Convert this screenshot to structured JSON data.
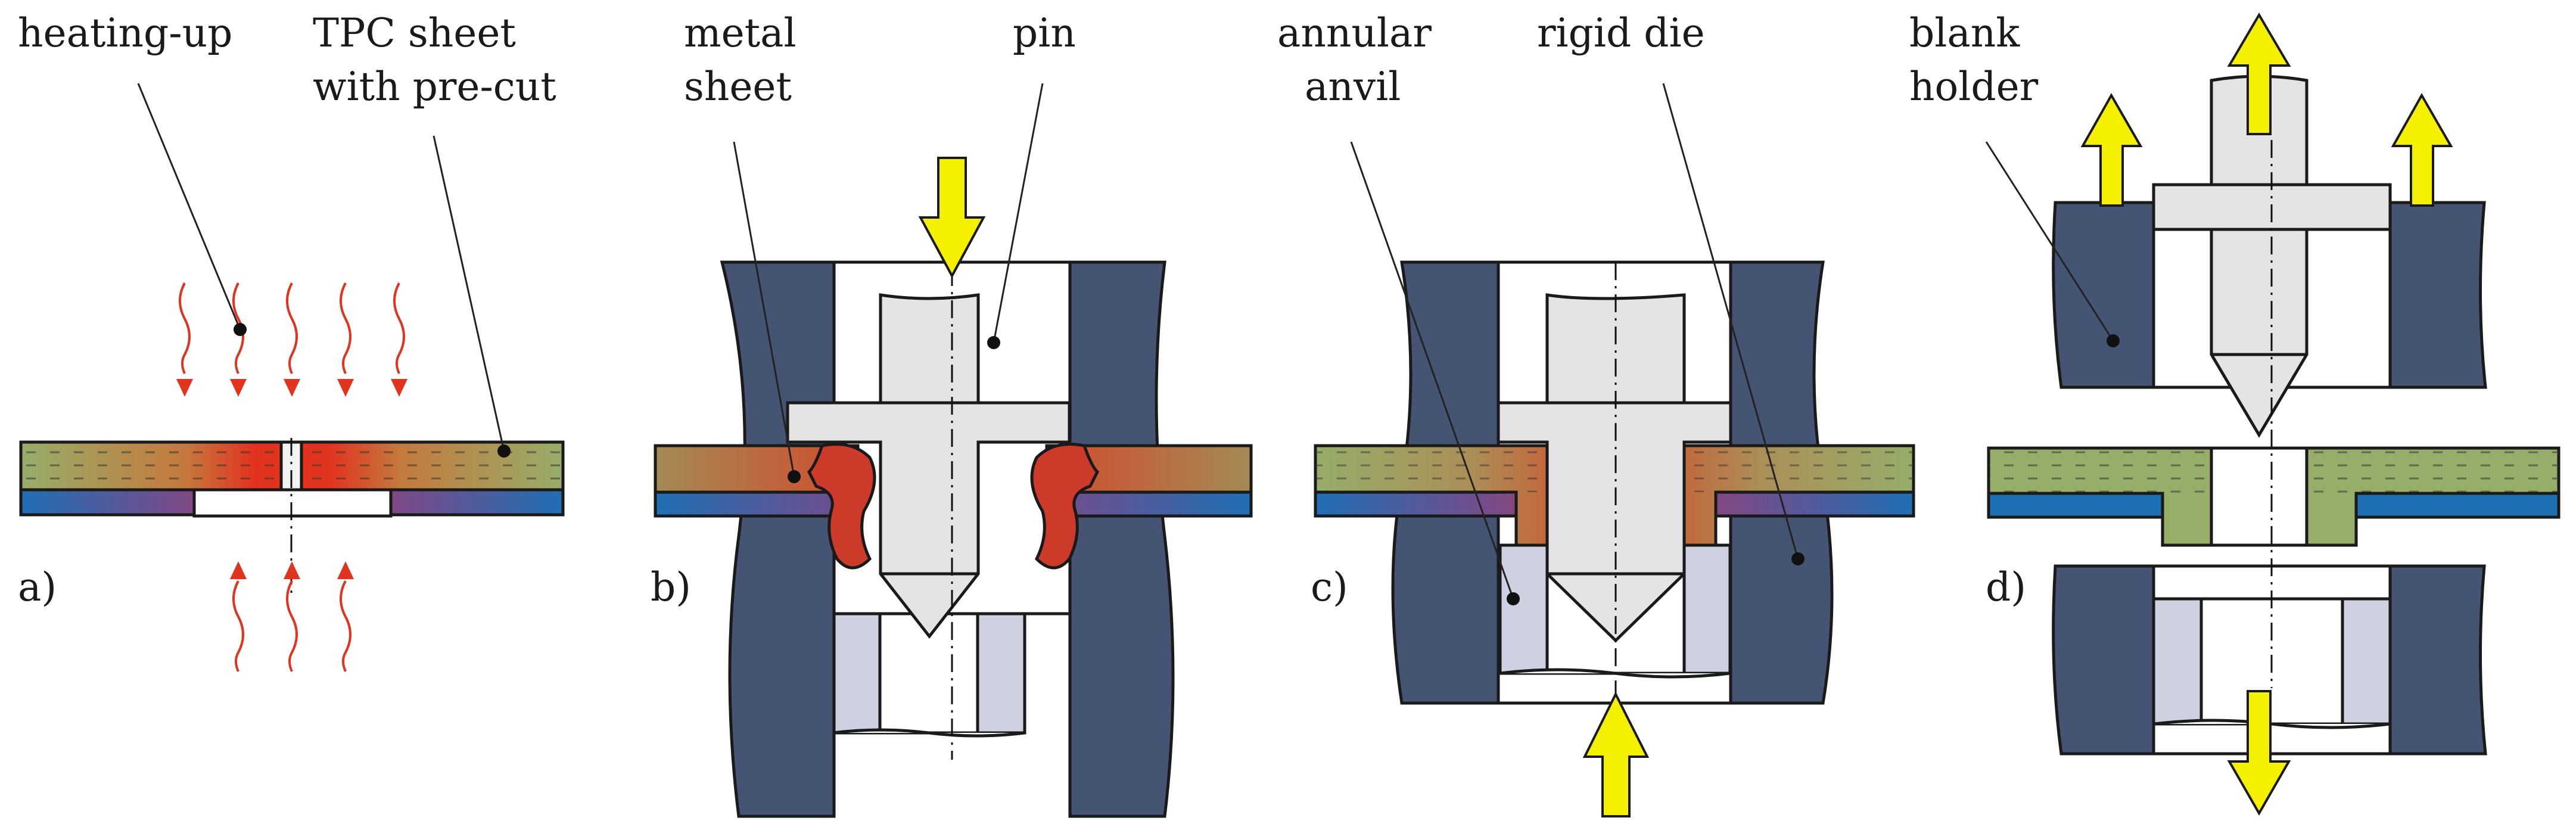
{
  "labels": {
    "heating_up": "heating-up",
    "tpc_sheet_line1": "TPC sheet",
    "tpc_sheet_line2": "with pre-cut",
    "metal_line1": "metal",
    "metal_line2": "sheet",
    "pin": "pin",
    "annular_line1": "annular",
    "annular_line2": "anvil",
    "rigid_die": "rigid die",
    "blank_line1": "blank",
    "blank_line2": "holder"
  },
  "steps": {
    "a": "a)",
    "b": "b)",
    "c": "c)",
    "d": "d)"
  },
  "colors": {
    "tool": "#465474",
    "pin": "#e4e4e4",
    "anvil": "#cdd1e0",
    "tpc": "#97ad6a",
    "hot": "#e2331f",
    "metal": "#1f6fb4",
    "arrow": "#f5ef00",
    "heat": "#e2331f",
    "outline": "#1a1a1a"
  }
}
